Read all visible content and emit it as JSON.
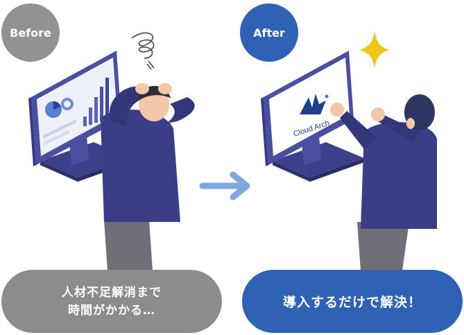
{
  "before": {
    "badge": "Before",
    "caption_line1": "人材不足解消まで",
    "caption_line2": "時間がかかる…"
  },
  "after": {
    "badge": "After",
    "caption": "導入するだけで解決！",
    "screen_logo_text": "Cloud Arch"
  },
  "colors": {
    "before_gray": "#8c8c8c",
    "after_blue": "#2f62b4",
    "monitor_frame": "#4b4fa0",
    "suit": "#3b3d86",
    "arrow": "#7fa6df",
    "sparkle": "#f2c417"
  }
}
